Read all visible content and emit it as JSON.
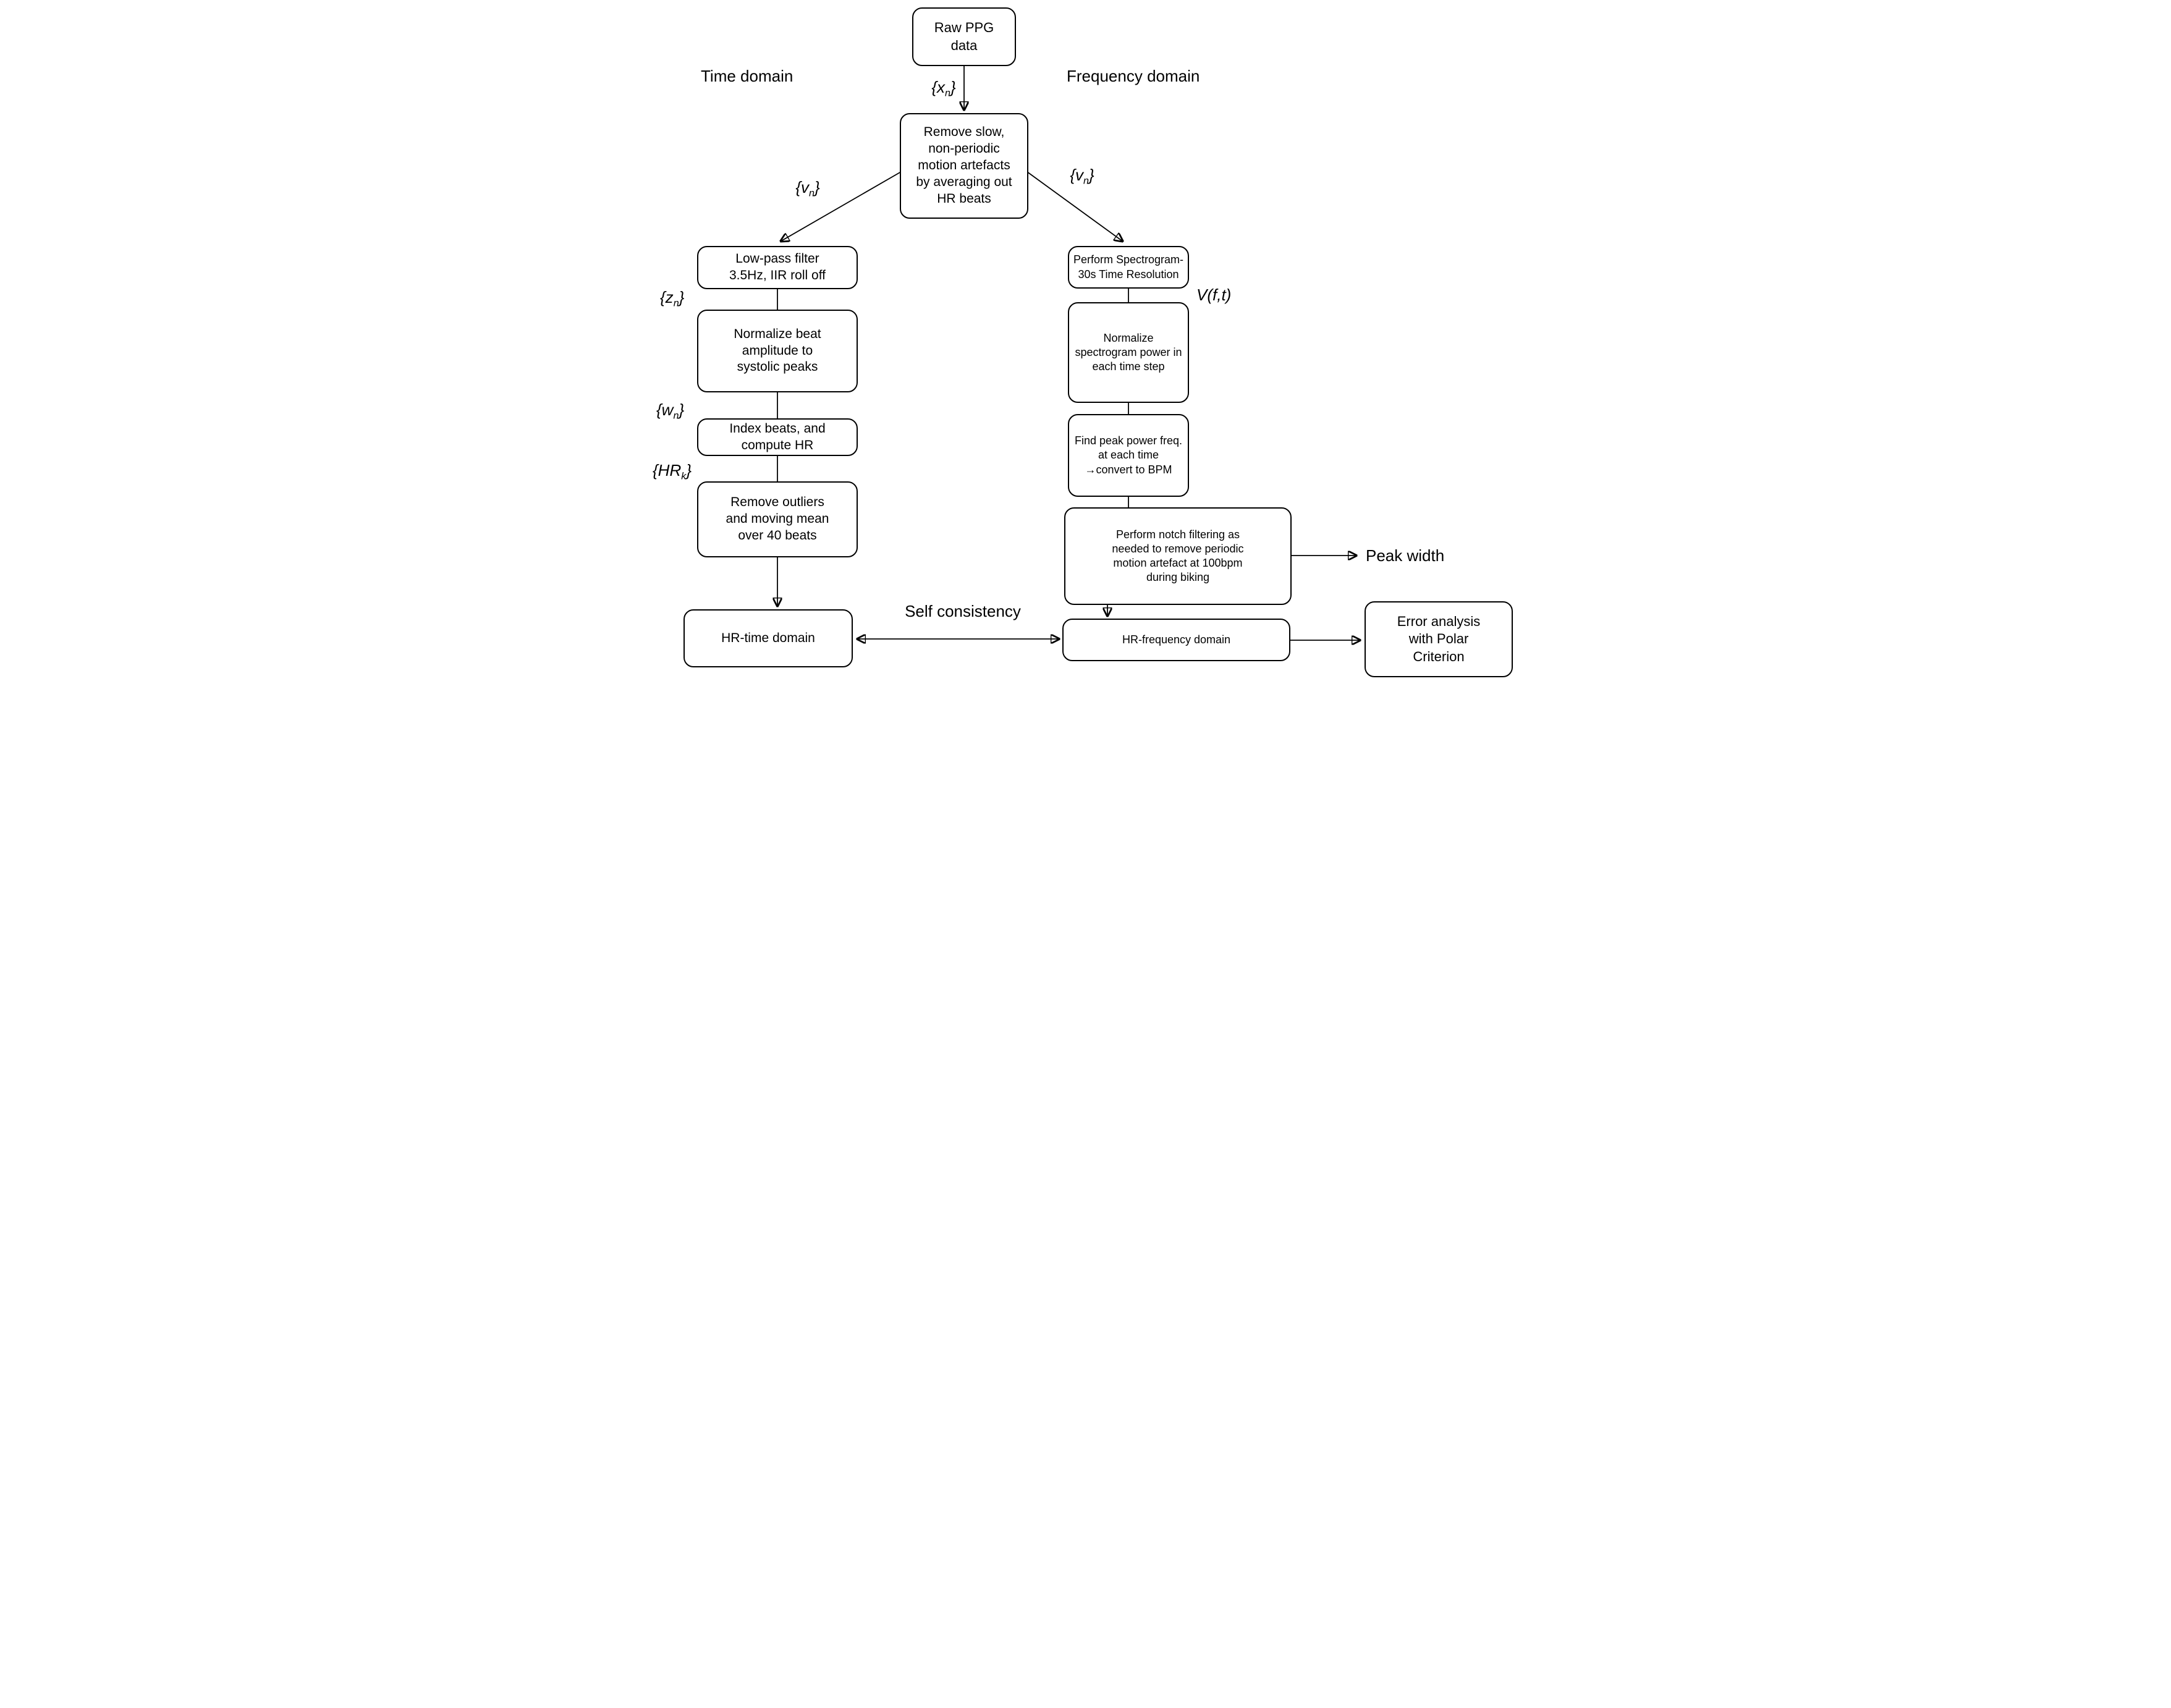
{
  "figure": {
    "type": "flowchart",
    "description_visible_only": true
  },
  "headings": {
    "time_domain": "Time domain",
    "frequency_domain": "Frequency domain"
  },
  "boxes": {
    "raw_ppg": "Raw PPG\ndata",
    "remove_slow": "Remove slow,\nnon-periodic\nmotion artefacts\nby averaging out\nHR beats",
    "low_pass": "Low-pass filter\n3.5Hz, IIR roll off",
    "normalize_beat": "Normalize beat\namplitude to\nsystolic peaks",
    "index_beats": "Index beats, and\ncompute HR",
    "remove_outliers": "Remove outliers\nand moving mean\nover 40 beats",
    "hr_time": "HR-time domain",
    "perform_spectrogram": "Perform Spectrogram-\n30s  Time Resolution",
    "normalize_spectrogram": "Normalize\nspectrogram power in\neach time step",
    "find_peak": "Find peak power freq.\nat each time\n→convert to BPM",
    "notch_filter": "Perform notch filtering as\nneeded to remove periodic\nmotion artefact at 100bpm\nduring biking",
    "hr_frequency": "HR-frequency domain",
    "error_analysis": "Error analysis\nwith Polar\nCriterion"
  },
  "signals": {
    "xn": {
      "pre": "{x",
      "sub": "n",
      "post": "}"
    },
    "vn_left": {
      "pre": "{v",
      "sub": "n",
      "post": "}"
    },
    "vn_right": {
      "pre": "{v",
      "sub": "n",
      "post": "}"
    },
    "zn": {
      "pre": "{z",
      "sub": "n",
      "post": "}"
    },
    "wn": {
      "pre": "{w",
      "sub": "n",
      "post": "}"
    },
    "hrk": {
      "pre": "{HR",
      "sub": "k",
      "post": "}"
    },
    "vft": "V(f,t)"
  },
  "annotations": {
    "self_consistency": "Self consistency",
    "peak_width": "Peak width"
  },
  "colors": {
    "line": "#000000",
    "background": "#ffffff",
    "box_fill": "#ffffff",
    "text": "#000000"
  }
}
